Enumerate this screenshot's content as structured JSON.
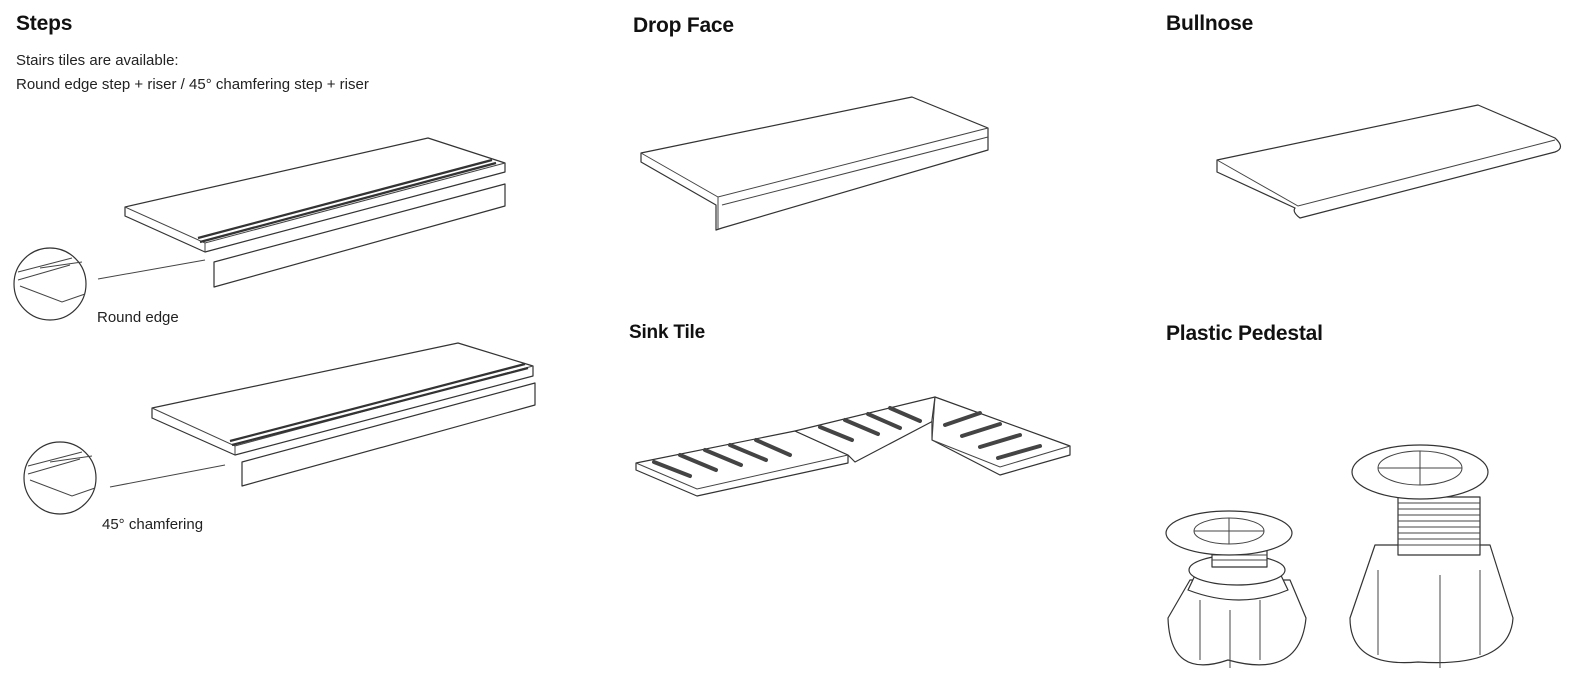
{
  "sections": {
    "steps": {
      "title": "Steps",
      "description_line1": "Stairs tiles  are available:",
      "description_line2": "Round edge step + riser  /  45° chamfering step + riser",
      "detail_round": "Round edge",
      "detail_chamfer": "45° chamfering"
    },
    "drop_face": {
      "title": "Drop Face"
    },
    "bullnose": {
      "title": "Bullnose"
    },
    "sink_tile": {
      "title": "Sink Tile"
    },
    "plastic_pedestal": {
      "title": "Plastic Pedestal"
    }
  }
}
